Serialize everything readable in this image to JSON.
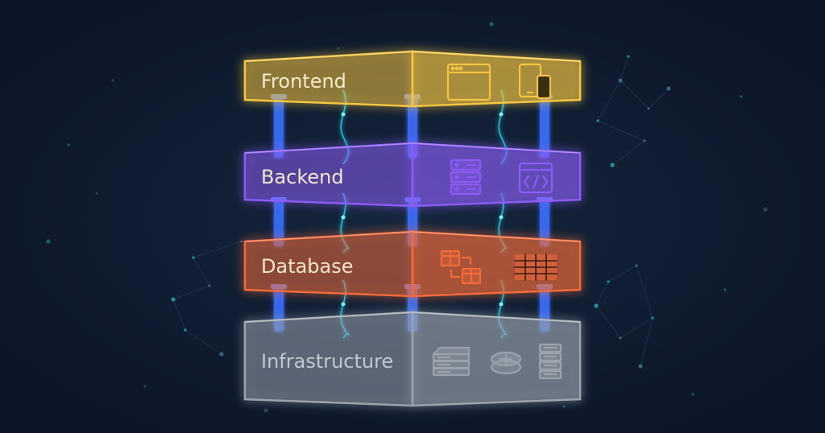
{
  "diagram": {
    "background": "#0d1a2c",
    "connector_color": "#3a6cf5",
    "signal_color": "#22d3ee",
    "layers": [
      {
        "id": "frontend",
        "label": "Frontend",
        "color": "#f5c542",
        "icons": [
          "browser-window-icon",
          "mobile-devices-icon"
        ]
      },
      {
        "id": "backend",
        "label": "Backend",
        "color": "#8b5cf6",
        "icons": [
          "server-stack-icon",
          "code-window-icon"
        ]
      },
      {
        "id": "database",
        "label": "Database",
        "color": "#f26b3a",
        "icons": [
          "table-sync-icon",
          "data-grid-icon"
        ]
      },
      {
        "id": "infrastructure",
        "label": "Infrastructure",
        "color": "#9aa3ad",
        "icons": [
          "rack-server-icon",
          "router-icon",
          "server-tower-icon"
        ]
      }
    ]
  }
}
